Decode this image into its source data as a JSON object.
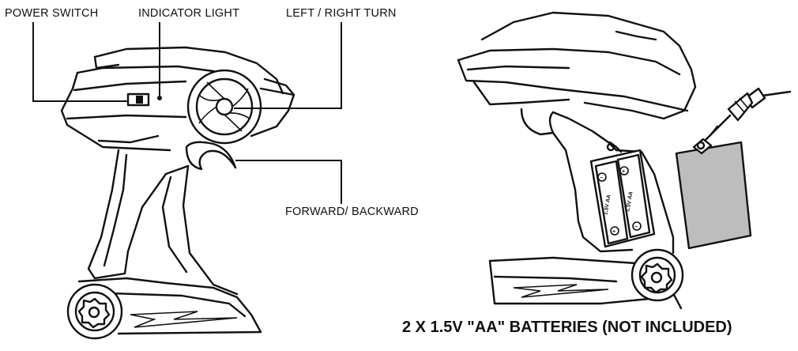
{
  "labels": {
    "power_switch": "POWER SWITCH",
    "indicator_light": "INDICATOR LIGHT",
    "left_right_turn": "LEFT / RIGHT TURN",
    "forward_backward": "FORWARD/ BACKWARD"
  },
  "caption": "2 X 1.5V \"AA\" BATTERIES  (NOT INCLUDED)",
  "battery": {
    "label": "1.5V AA",
    "plus": "+",
    "minus": "−"
  },
  "colors": {
    "line": "#111111",
    "cover_fill": "#bdbdbd"
  }
}
